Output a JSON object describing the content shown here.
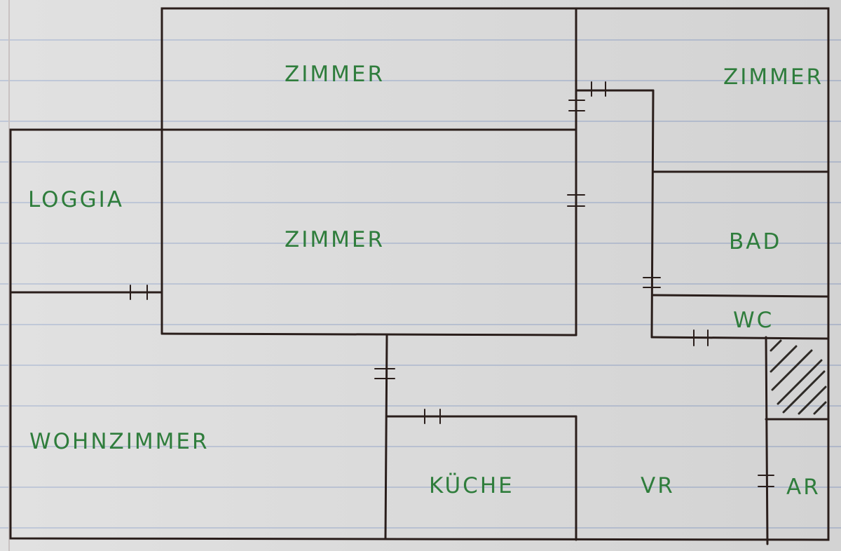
{
  "plan": {
    "ink_color": "#2a1e1b",
    "label_color": "#2f7d3c",
    "paper_color": "#dedede",
    "rule_color": "#b9c2d4",
    "rooms": [
      {
        "id": "zimmer-top",
        "label": "ZIMMER"
      },
      {
        "id": "zimmer-right",
        "label": "ZIMMER"
      },
      {
        "id": "loggia",
        "label": "LOGGIA"
      },
      {
        "id": "zimmer-center",
        "label": "ZIMMER"
      },
      {
        "id": "bad",
        "label": "BAD"
      },
      {
        "id": "wc",
        "label": "WC"
      },
      {
        "id": "wohnzimmer",
        "label": "WOHNZIMMER"
      },
      {
        "id": "kueche",
        "label": "KÜCHE"
      },
      {
        "id": "vr",
        "label": "VR"
      },
      {
        "id": "ar",
        "label": "AR"
      }
    ]
  }
}
